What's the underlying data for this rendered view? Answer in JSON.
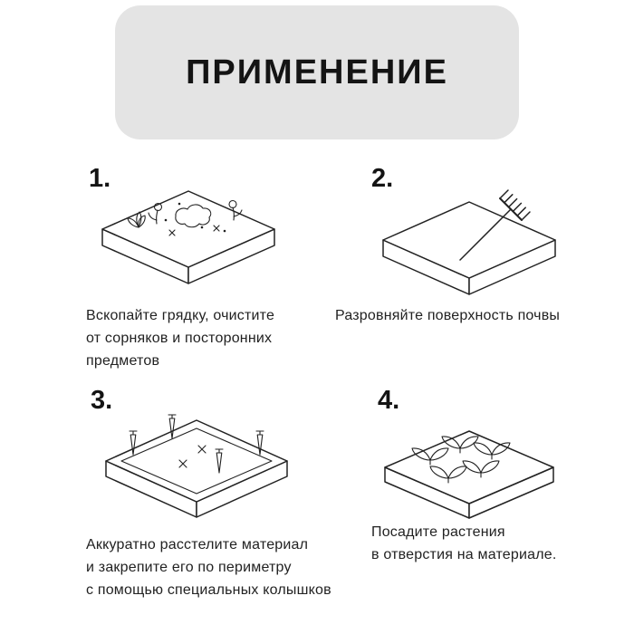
{
  "title": "ПРИМЕНЕНИЕ",
  "colors": {
    "background": "#ffffff",
    "banner_bg": "#e4e4e4",
    "line": "#222222",
    "text": "#222222"
  },
  "steps": [
    {
      "number": "1.",
      "icon": "garden-bed-with-weeds-icon",
      "caption": "Вскопайте грядку, очистите\nот сорняков и посторонних\nпредметов"
    },
    {
      "number": "2.",
      "icon": "garden-bed-with-rake-icon",
      "caption": "Разровняйте поверхность почвы"
    },
    {
      "number": "3.",
      "icon": "garden-bed-with-material-and-pegs-icon",
      "caption": "Аккуратно расстелите материал\nи закрепите его по периметру\nс помощью специальных колышков"
    },
    {
      "number": "4.",
      "icon": "garden-bed-with-plants-icon",
      "caption": "Посадите растения\nв отверстия на материале."
    }
  ]
}
